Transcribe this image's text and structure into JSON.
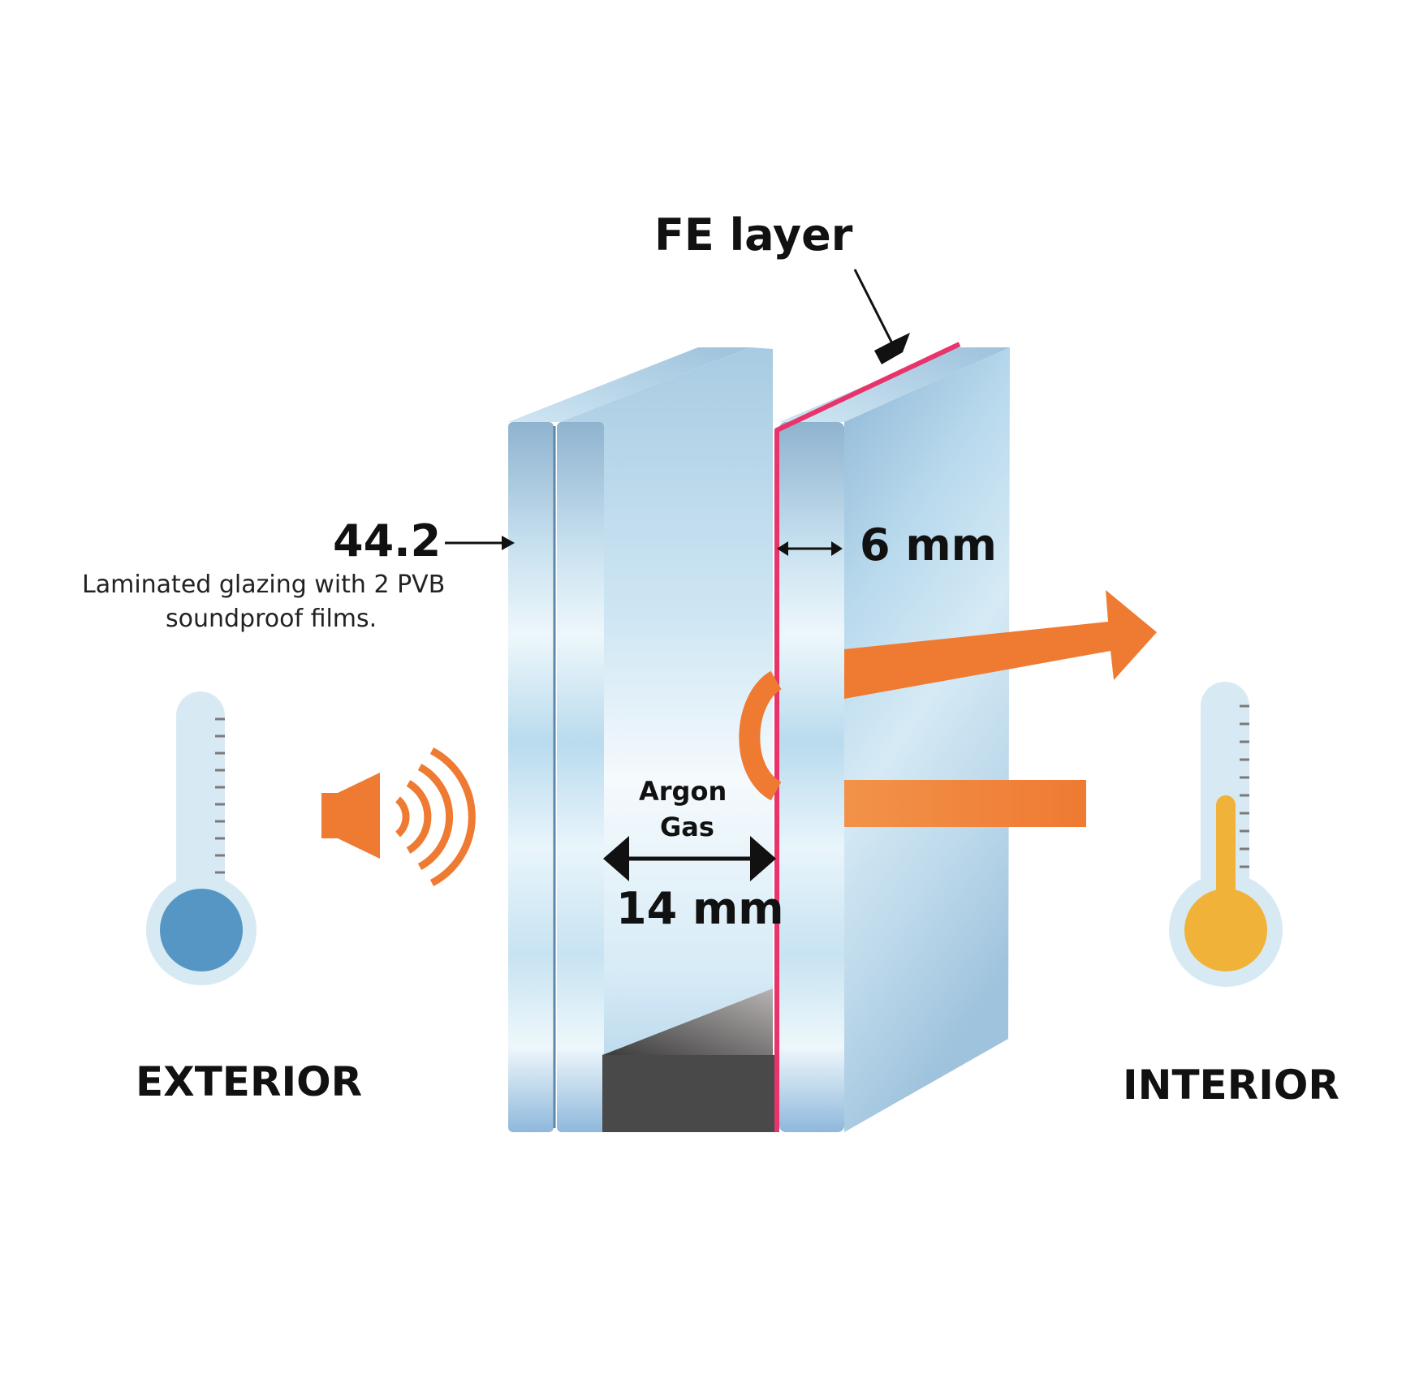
{
  "labels": {
    "fe_layer": "FE layer",
    "laminate_value": "44.2",
    "laminate_desc_line1": "Laminated glazing with 2 PVB",
    "laminate_desc_line2": "soundproof films.",
    "pane_thickness": "6 mm",
    "gas_line1": "Argon",
    "gas_line2": "Gas",
    "gap_width": "14 mm",
    "exterior": "EXTERIOR",
    "interior": "INTERIOR"
  },
  "icons": {
    "exterior_thermometer": "thermometer-cold-icon",
    "interior_thermometer": "thermometer-warm-icon",
    "sound": "speaker-sound-icon",
    "heat_arrow": "heat-reflection-arrow-icon"
  },
  "colors": {
    "glass_light": "#dbeef8",
    "glass_mid": "#a9cde4",
    "glass_dark": "#86b1d1",
    "fe_layer": "#e8336b",
    "accent_orange": "#ef7a32",
    "cold_blue": "#5596c4",
    "warm_yellow": "#f1b23a",
    "thermo_tube": "#d7eaf3",
    "spacer": "#4a494a",
    "text": "#111111"
  }
}
